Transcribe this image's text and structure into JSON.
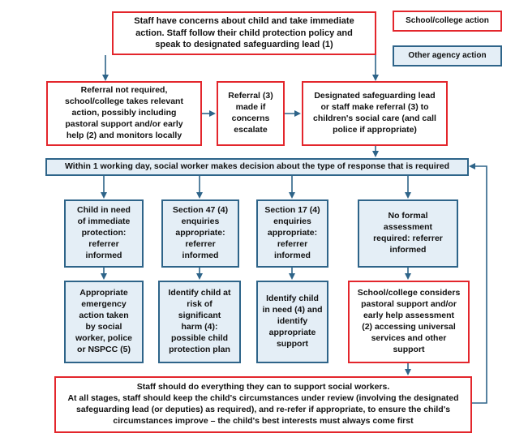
{
  "legend": {
    "school_action": "School/college action",
    "agency_action": "Other agency action",
    "red": "#e3262c",
    "blue_border": "#2e6489",
    "blue_fill": "#e4eef6",
    "arrow": "#2e6489"
  },
  "top": {
    "text": "Staff have concerns about child and take immediate\naction. Staff follow their child protection policy and\nspeak to designated safeguarding lead (1)"
  },
  "row2": {
    "not_required": "Referral not required,\nschool/college takes relevant\naction, possibly including\npastoral support and/or early\nhelp (2) and monitors locally",
    "escalate": "Referral (3)\nmade if\nconcerns\nescalate",
    "make_referral": "Designated safeguarding lead\nor staff make referral (3) to\nchildren's social care (and call\npolice if appropriate)"
  },
  "decision": {
    "text": "Within 1 working day, social worker makes decision about the type of response that is required"
  },
  "row4": {
    "c1": "Child in need\nof immediate\nprotection:\nreferrer\ninformed",
    "c2": "Section 47 (4)\nenquiries\nappropriate:\nreferrer\ninformed",
    "c3": "Section 17 (4)\nenquiries\nappropriate:\nreferrer\ninformed",
    "c4": "No formal\nassessment\nrequired: referrer\ninformed"
  },
  "row5": {
    "c1": "Appropriate\nemergency\naction taken\nby social\nworker, police\nor NSPCC (5)",
    "c2": "Identify child at\nrisk of\nsignificant\nharm (4):\npossible child\nprotection plan",
    "c3": "Identify child\nin need (4) and\nidentify\nappropriate\nsupport",
    "c4": "School/college considers\npastoral support and/or\nearly help assessment\n(2) accessing universal\nservices and other\nsupport"
  },
  "bottom": {
    "text": "Staff should do everything they can to support social workers.\nAt all stages, staff should keep the child's circumstances under review (involving the designated\nsafeguarding lead (or deputies) as required), and re-refer if appropriate, to ensure the child's\ncircumstances improve – the child's best interests must always come first"
  }
}
